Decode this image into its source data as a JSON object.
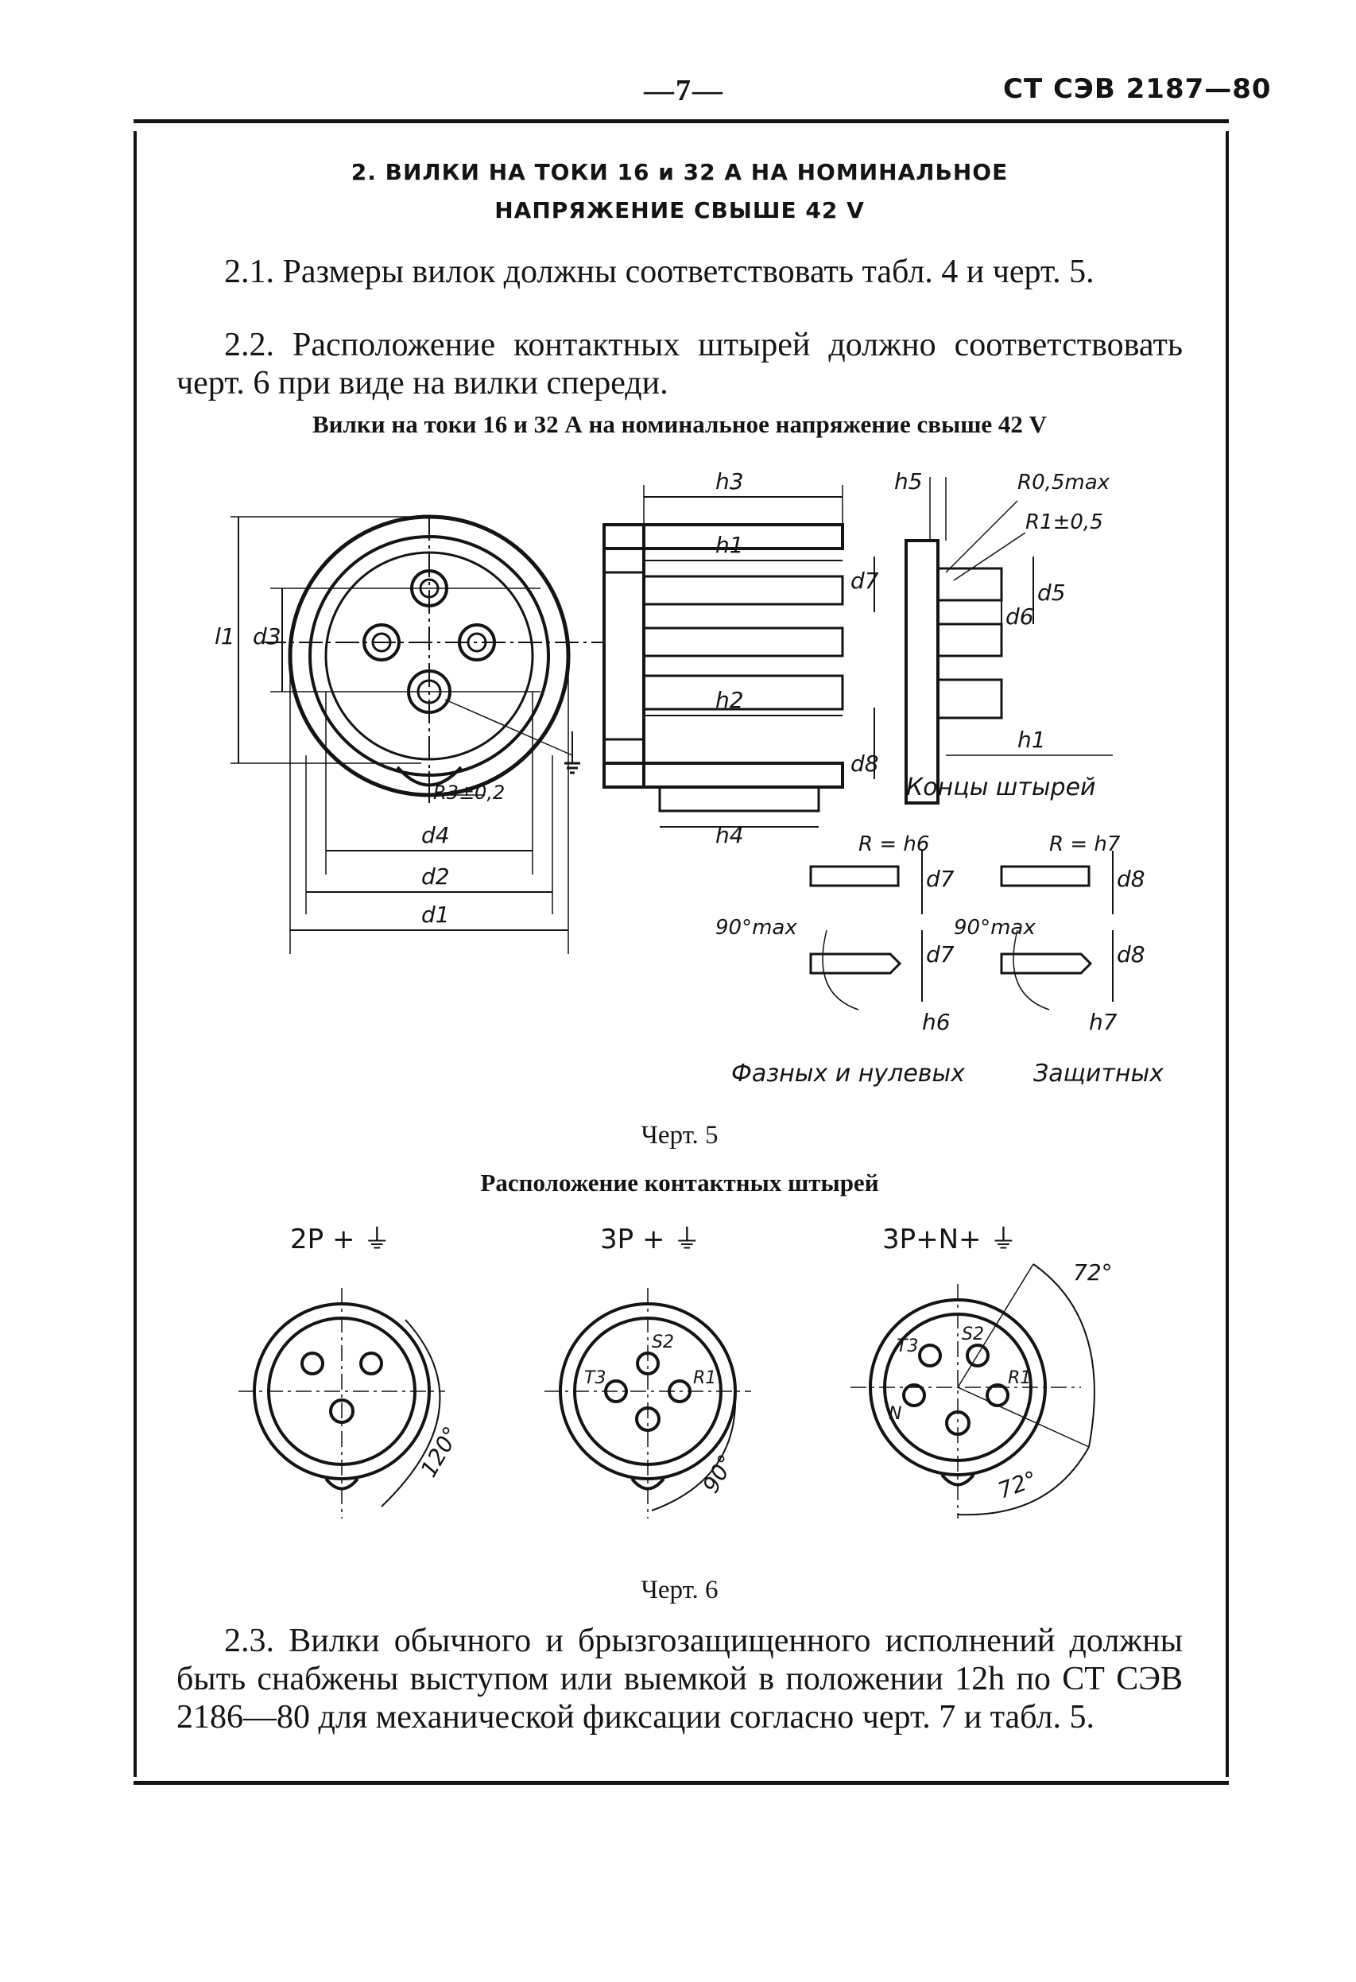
{
  "header": {
    "page_number": "—7—",
    "standard": "СТ СЭВ 2187—80"
  },
  "section": {
    "title_line1": "2. ВИЛКИ НА ТОКИ 16 и 32 А НА НОМИНАЛЬНОЕ",
    "title_line2": "НАПРЯЖЕНИЕ СВЫШЕ 42 V"
  },
  "paragraphs": {
    "p21": "2.1. Размеры вилок должны соответствовать табл. 4 и черт. 5.",
    "p22": "2.2. Расположение контактных штырей должно соответст­вовать черт. 6 при виде на вилки спереди.",
    "p23": "2.3. Вилки обычного и брызгозащищенного исполнений должны быть снабжены выступом или выемкой в положе­нии 12h по СТ СЭВ 2186—80 для механической фиксации согласно черт. 7 и табл. 5."
  },
  "figure5": {
    "caption_top": "Вилки на токи 16 и 32 А на номинальное напряжение свыше 42 V",
    "caption_bottom": "Черт. 5",
    "labels": {
      "l1": "l1",
      "d3": "d3",
      "d4": "d4",
      "d2": "d2",
      "d1": "d1",
      "r3": "R3±0,2",
      "h3": "h3",
      "h1": "h1",
      "h2": "h2",
      "h4": "h4",
      "d7": "d7",
      "d8": "d8",
      "h5": "h5",
      "r05": "R0,5max",
      "r1": "R1±0,5",
      "d6": "d6",
      "d5": "d5",
      "h1b": "h1",
      "pin_ends": "Концы штырей",
      "r_h6": "R = h6",
      "r_h7": "R = h7",
      "ang1": "90°max",
      "ang2": "90°max",
      "h6": "h6",
      "h7": "h7",
      "d7b": "d7",
      "d7c": "d7",
      "d8b": "d8",
      "d8c": "d8",
      "phase": "Фазных и нулевых",
      "protect": "Защитных"
    }
  },
  "figure6": {
    "caption_top": "Расположение контактных штырей",
    "caption_bottom": "Черт. 6",
    "configs": [
      {
        "label": "2P + ⏚",
        "angle": "120°"
      },
      {
        "label": "3P + ⏚",
        "angle": "90°"
      },
      {
        "label": "3P+N+ ⏚",
        "angle": "72°",
        "angle2": "72°"
      }
    ],
    "pin_labels": {
      "s2": "S2",
      "t3": "T3",
      "r1": "R1",
      "n": "N"
    }
  }
}
